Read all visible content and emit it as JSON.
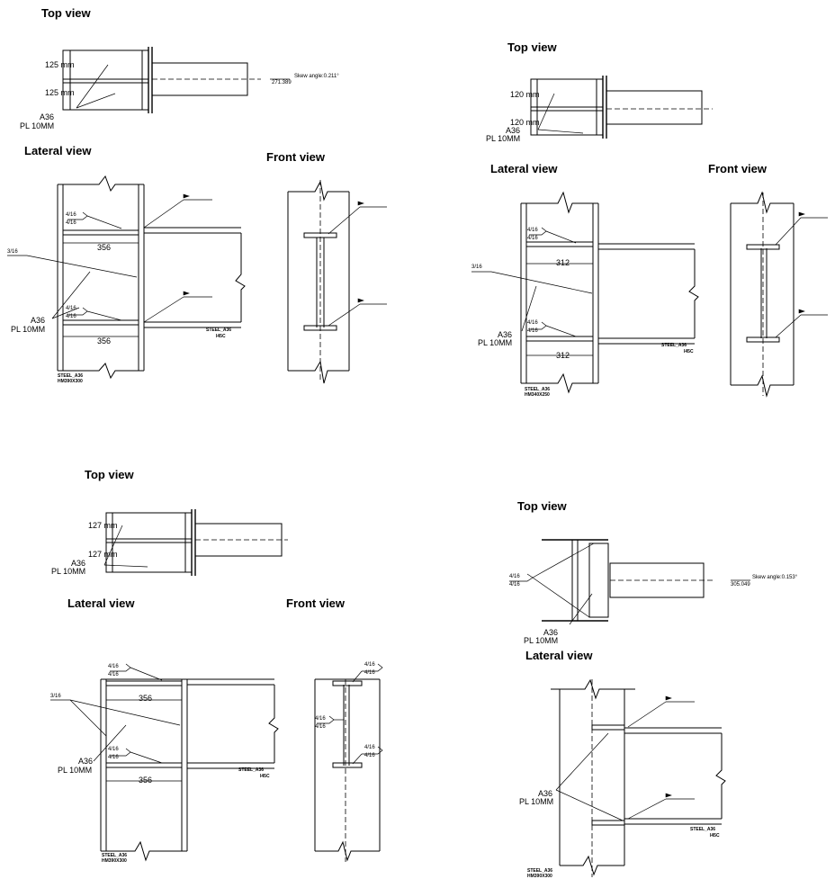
{
  "views": {
    "top": "Top view",
    "lateral": "Lateral view",
    "front": "Front view"
  },
  "d1": {
    "dim_upper": "125 mm",
    "dim_lower": "125 mm",
    "material": "A36",
    "plate": "PL 10MM",
    "skew_angle": "Skew angle:0.211°",
    "skew_value": "271.389",
    "weld_size_a": "4/16",
    "weld_size_b": "4/16",
    "side_weld": "3/16",
    "stiffener_upper": "356",
    "stiffener_lower": "356",
    "column_steel": "STEEL_A36",
    "column_section": "HM390X300",
    "beam_steel": "STEEL_A36",
    "beam_section": "I45C"
  },
  "d2": {
    "dim_upper": "120 mm",
    "dim_lower": "120 mm",
    "material": "A36",
    "plate": "PL 10MM",
    "weld_size_a": "4/16",
    "weld_size_b": "4/16",
    "side_weld": "3/16",
    "stiffener_upper": "312",
    "stiffener_lower": "312",
    "column_steel": "STEEL_A36",
    "column_section": "HM340X250",
    "beam_steel": "STEEL_A36",
    "beam_section": "I45C"
  },
  "d3": {
    "dim_upper": "127 mm",
    "dim_lower": "127 mm",
    "material": "A36",
    "plate": "PL 10MM",
    "weld_size_a": "4/16",
    "weld_size_b": "4/16",
    "side_weld": "3/16",
    "stiffener_upper": "356",
    "stiffener_lower": "356",
    "column_steel": "STEEL_A36",
    "column_section": "HM390X300",
    "beam_steel": "STEEL_A36",
    "beam_section": "I45C"
  },
  "d4": {
    "material": "A36",
    "plate": "PL 10MM",
    "weld_size_a": "4/16",
    "weld_size_b": "4/16",
    "skew_angle": "Skew angle:0.153°",
    "skew_value": "305.049",
    "column_steel": "STEEL_A36",
    "column_section": "HM390X300",
    "beam_steel": "STEEL_A36",
    "beam_section": "I45C"
  }
}
